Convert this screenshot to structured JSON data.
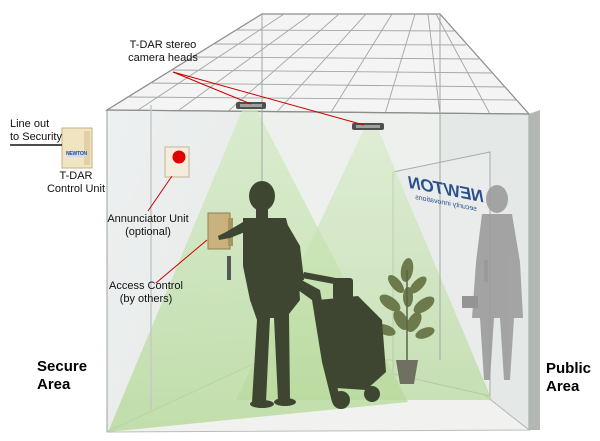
{
  "labels": {
    "camera_heads": [
      "T-DAR stereo",
      "camera heads"
    ],
    "line_out": [
      "Line out",
      "to Security"
    ],
    "control_unit": [
      "T-DAR",
      "Control Unit"
    ],
    "annunciator": [
      "Annunciator Unit",
      "(optional)"
    ],
    "access_control": [
      "Access Control",
      "(by others)"
    ],
    "secure_area": [
      "Secure",
      "Area"
    ],
    "public_area": [
      "Public",
      "Area"
    ]
  },
  "logos": {
    "control_unit_brand": "NEWTON",
    "door_brand": "NEWTON",
    "door_brand_tagline": "security innovations"
  },
  "colors": {
    "callout_line": "#cc0000",
    "detection_cone": "#c6e3ae",
    "annunciator_light": "#e20000",
    "silhouette": "#3e4632",
    "person_outside": "#9c9c9c",
    "brand_blue": "#2a4f8f"
  }
}
